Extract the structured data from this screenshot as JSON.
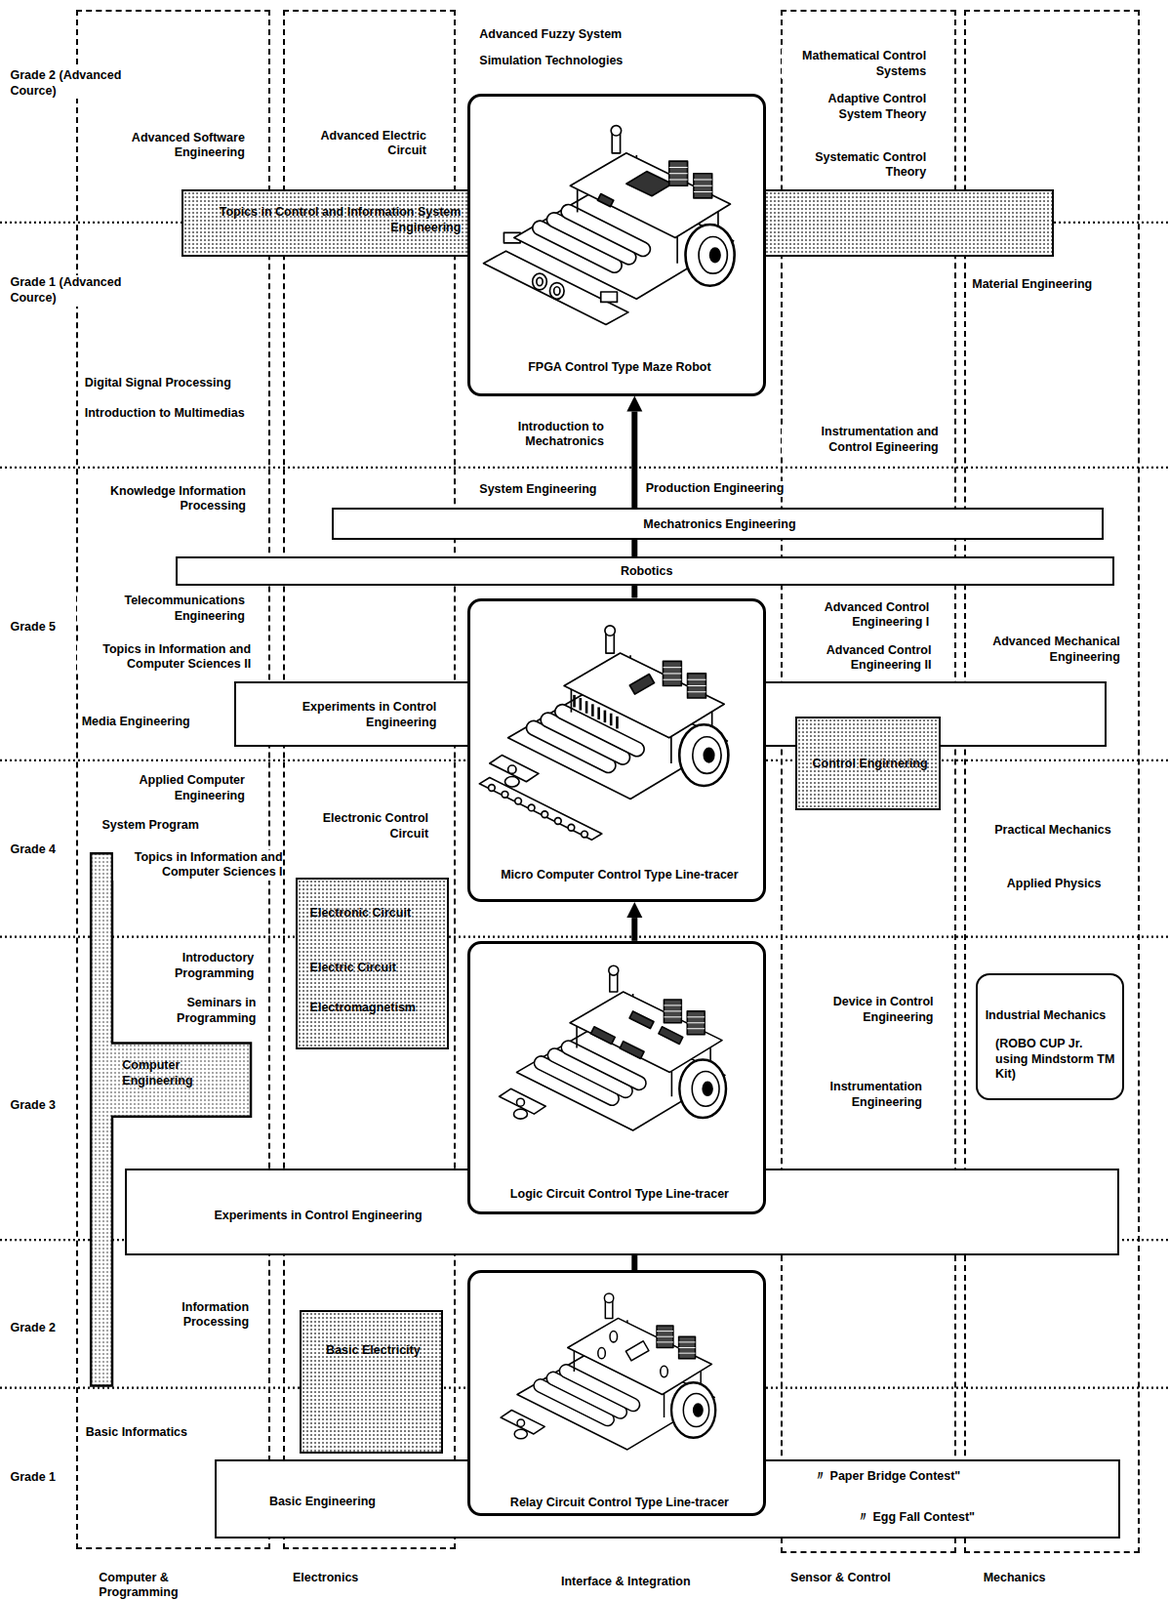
{
  "diagram": {
    "nodes": [
      {
        "text": [
          "Computer & Programming"
        ]
      },
      {
        "text": [
          "Electronics"
        ]
      },
      {
        "text": [
          "Sensor & Control"
        ]
      },
      {
        "text": [
          "Mechanics"
        ]
      },
      {
        "text": [
          "Topics in Control and Information System Engineering"
        ]
      },
      {
        "text": [
          "FPGA Control Type Maze Robot"
        ]
      },
      {
        "text": [
          "Mechatronics Engineering"
        ]
      },
      {
        "text": [
          "Robotics"
        ]
      },
      {
        "text": [
          "Experiments in Control Engineering"
        ]
      },
      {
        "text": [
          "Micro Computer Control Type Line-tracer"
        ]
      },
      {
        "text": [
          "Control Engirnering"
        ],
        "in": 2
      },
      {
        "text": [
          "Electronic Circuit",
          "Electric Circuit",
          "Electromagnetism"
        ],
        "in": 1
      },
      {
        "text": [
          "Computer Engineering"
        ],
        "in": 0
      },
      {
        "text": [
          "Industrial Mechanics",
          "(ROBO CUP Jr. using Mindstorm TM Kit)"
        ],
        "in": 3
      },
      {
        "text": [
          "Experiments in Control Engineering"
        ]
      },
      {
        "text": [
          "Logic Circuit Control Type Line-tracer"
        ]
      },
      {
        "text": [
          "Basic Electricity"
        ],
        "in": 1
      },
      {
        "text": [
          "Basic Engineering",
          "〃 Paper Bridge Contest\"",
          "〃 Egg Fall Contest\""
        ]
      },
      {
        "text": [
          "Relay Circuit Control Type Line-tracer"
        ]
      }
    ],
    "edges": [
      {
        "from": 18,
        "to": 15,
        "arrow": "to"
      },
      {
        "from": 15,
        "to": 9,
        "arrow": "to"
      },
      {
        "from": 9,
        "to": 5,
        "arrow": "to"
      }
    ],
    "labels": [
      "Grade 2 (Advanced Cource)",
      "Advanced Fuzzy System",
      "Simulation Technologies",
      "Mathematical Control Systems",
      "Advanced Software Engineering",
      "Advanced Electric Circuit",
      "Adaptive Control System Theory",
      "Systematic Control Theory",
      "Grade 1 (Advanced Cource)",
      "Material Engineering",
      "Digital Signal Processing",
      "Introduction to Multimedias",
      "Introduction to Mechatronics",
      "Instrumentation and Control Egineering",
      "Knowledge Information Processing",
      "System Engineering",
      "Production Engineering",
      "Telecommunications Engineering",
      "Advanced Control Engineering I",
      "Grade 5",
      "Advanced Mechanical Engineering",
      "Topics in Information and Computer Sciences II",
      "Advanced Control Engineering II",
      "Media Engineering",
      "Applied Computer Engineering",
      "Electronic Control Circuit",
      "System Program",
      "Practical Mechanics",
      "Grade 4",
      "Topics in Information and Computer Sciences I",
      "Applied Physics",
      "Introductory Programming",
      "Seminars in Programming",
      "Device in Control Engineering",
      "Instrumentation Engineering",
      "Grade 3",
      "Information Processing",
      "Grade 2",
      "Basic Informatics",
      "Grade 1",
      "Interface & Integration"
    ]
  }
}
